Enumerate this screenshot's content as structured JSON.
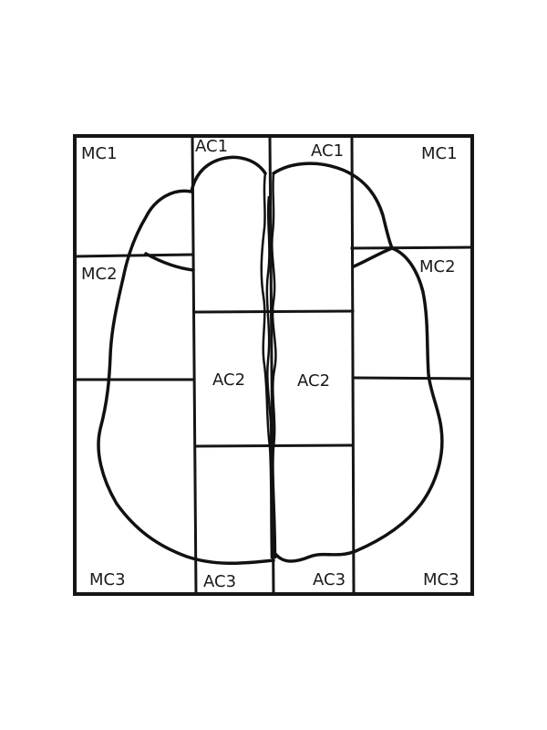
{
  "labels": {
    "mc1_left": "MC1",
    "ac1_left": "AC1",
    "ac1_right": "AC1",
    "mc1_right": "MC1",
    "mc2_left": "MC2",
    "mc2_right": "MC2",
    "ac2_left": "AC2",
    "ac2_right": "AC2",
    "mc3_left": "MC3",
    "ac3_left": "AC3",
    "ac3_right": "AC3",
    "mc3_right": "MC3"
  }
}
